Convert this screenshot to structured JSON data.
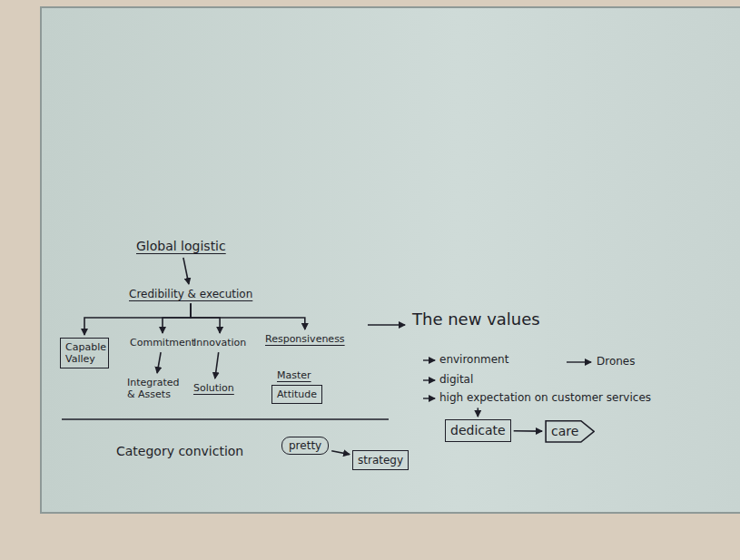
{
  "diagram": {
    "nodes": [
      {
        "text": [
          "Global logistic"
        ]
      },
      {
        "text": [
          "Credibility & execution"
        ]
      },
      {
        "text": [
          "Capable Valley"
        ]
      },
      {
        "text": [
          "Commitment"
        ]
      },
      {
        "text": [
          "Integrated & Assets"
        ]
      },
      {
        "text": [
          "Innovation"
        ]
      },
      {
        "text": [
          "Solution"
        ]
      },
      {
        "text": [
          "Responsiveness"
        ]
      },
      {
        "text": [
          "Master"
        ]
      },
      {
        "text": [
          "Attitude"
        ]
      },
      {
        "text": [
          "Category conviction"
        ]
      },
      {
        "text": [
          "pretty"
        ]
      },
      {
        "text": [
          "strategy"
        ]
      },
      {
        "text": [
          "The new values"
        ]
      },
      {
        "text": [
          "environment"
        ]
      },
      {
        "text": [
          "Drones"
        ]
      },
      {
        "text": [
          "digital"
        ]
      },
      {
        "text": [
          "high expectation on customer services"
        ]
      },
      {
        "text": [
          "dedicate"
        ]
      },
      {
        "text": [
          "care"
        ]
      }
    ],
    "edges": [
      {
        "from": 0,
        "to": 1,
        "arrow": "to"
      },
      {
        "from": 1,
        "to": 2,
        "arrow": "to"
      },
      {
        "from": 1,
        "to": 3,
        "arrow": "to"
      },
      {
        "from": 1,
        "to": 5,
        "arrow": "to"
      },
      {
        "from": 1,
        "to": 7,
        "arrow": "to"
      },
      {
        "from": 3,
        "to": 4,
        "arrow": "to"
      },
      {
        "from": 5,
        "to": 6,
        "arrow": "to"
      },
      {
        "from": 11,
        "to": 12,
        "arrow": "to"
      },
      {
        "from": 17,
        "to": 18,
        "arrow": "to"
      },
      {
        "from": 18,
        "to": 19,
        "arrow": "to"
      }
    ]
  }
}
